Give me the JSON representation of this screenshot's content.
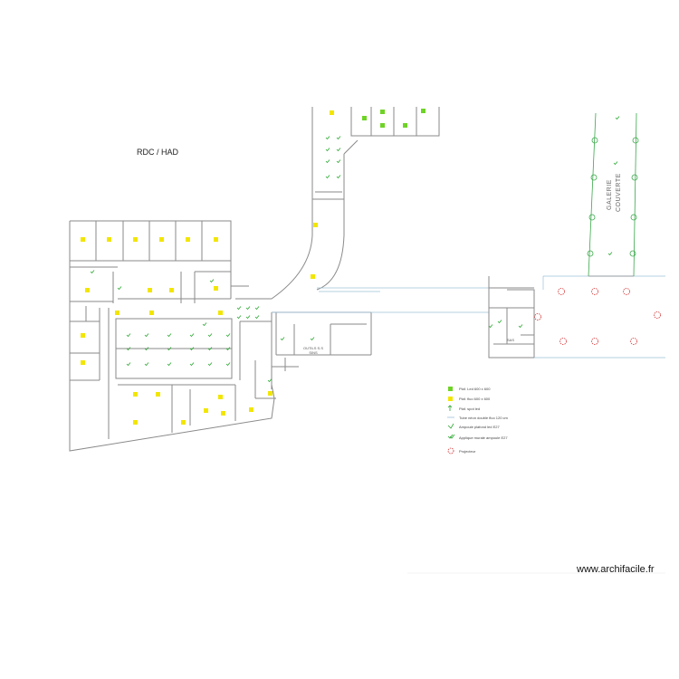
{
  "plan": {
    "title": "RDC  / HAD",
    "watermark": "www.archifacile.fr",
    "gallery_label_line1": "GALERIE",
    "gallery_label_line2": "COUVERTE",
    "room_label_1_line1": "OUTILS S.S",
    "room_label_1_line2": "SINS",
    "room_label_2": "SAS"
  },
  "legend": [
    {
      "label": "Plaf. Led 600 x 600",
      "symbol": "green-square"
    },
    {
      "label": "Plaf. fluo 600 x 600",
      "symbol": "yellow-square"
    },
    {
      "label": "Plaf. spot led",
      "symbol": "green-arrow"
    },
    {
      "label": "Tube néon double fluo 120 cm",
      "symbol": "line"
    },
    {
      "label": "Ampoule plafond led E27",
      "symbol": "green-tick"
    },
    {
      "label": "Applique murale ampoule E27",
      "symbol": "green-double-tick"
    },
    {
      "label": "Projecteur",
      "symbol": "red-circle"
    }
  ],
  "colors": {
    "wall": "#8a8a8a",
    "yellow_fixture": "#f2e600",
    "green_fixture": "#6fd326",
    "green_symbol": "#2aa830",
    "red_symbol": "#d43030",
    "gallery_line": "#3aa84a",
    "corridor_line": "#9cc0d8"
  }
}
